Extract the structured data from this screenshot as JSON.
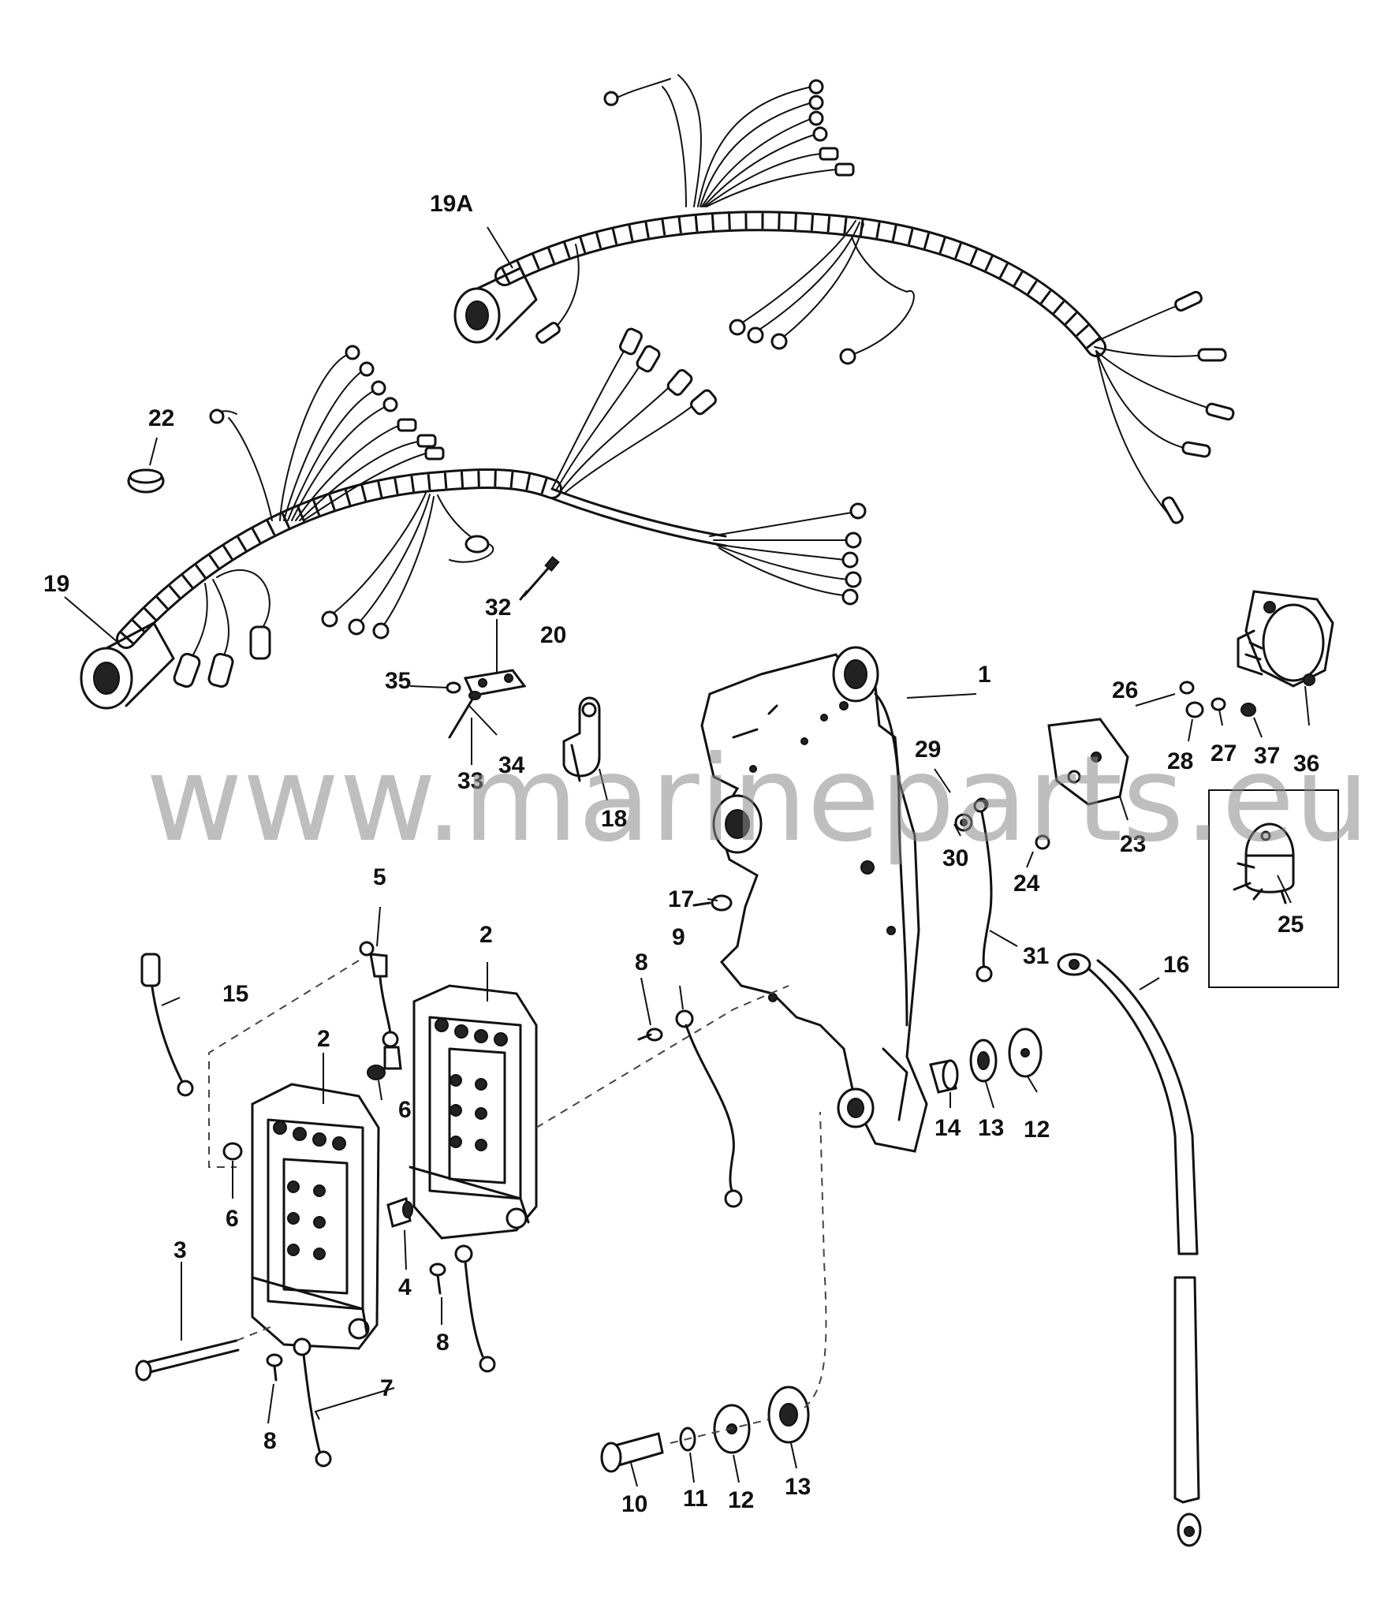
{
  "watermark": "www.marineparts.eu",
  "callouts": {
    "c1": "1",
    "c2a": "2",
    "c2b": "2",
    "c3": "3",
    "c4": "4",
    "c5": "5",
    "c6a": "6",
    "c6b": "6",
    "c7": "7",
    "c8a": "8",
    "c8b": "8",
    "c8c": "8",
    "c9": "9",
    "c10": "10",
    "c11": "11",
    "c12a": "12",
    "c12b": "12",
    "c13a": "13",
    "c13b": "13",
    "c14": "14",
    "c15": "15",
    "c16": "16",
    "c17": "17",
    "c18": "18",
    "c19": "19",
    "c19a": "19A",
    "c20": "20",
    "c22": "22",
    "c23": "23",
    "c24": "24",
    "c25": "25",
    "c26": "26",
    "c27": "27",
    "c28": "28",
    "c29": "29",
    "c30": "30",
    "c31": "31",
    "c32": "32",
    "c33": "33",
    "c34": "34",
    "c35": "35",
    "c36": "36",
    "c37": "37"
  }
}
